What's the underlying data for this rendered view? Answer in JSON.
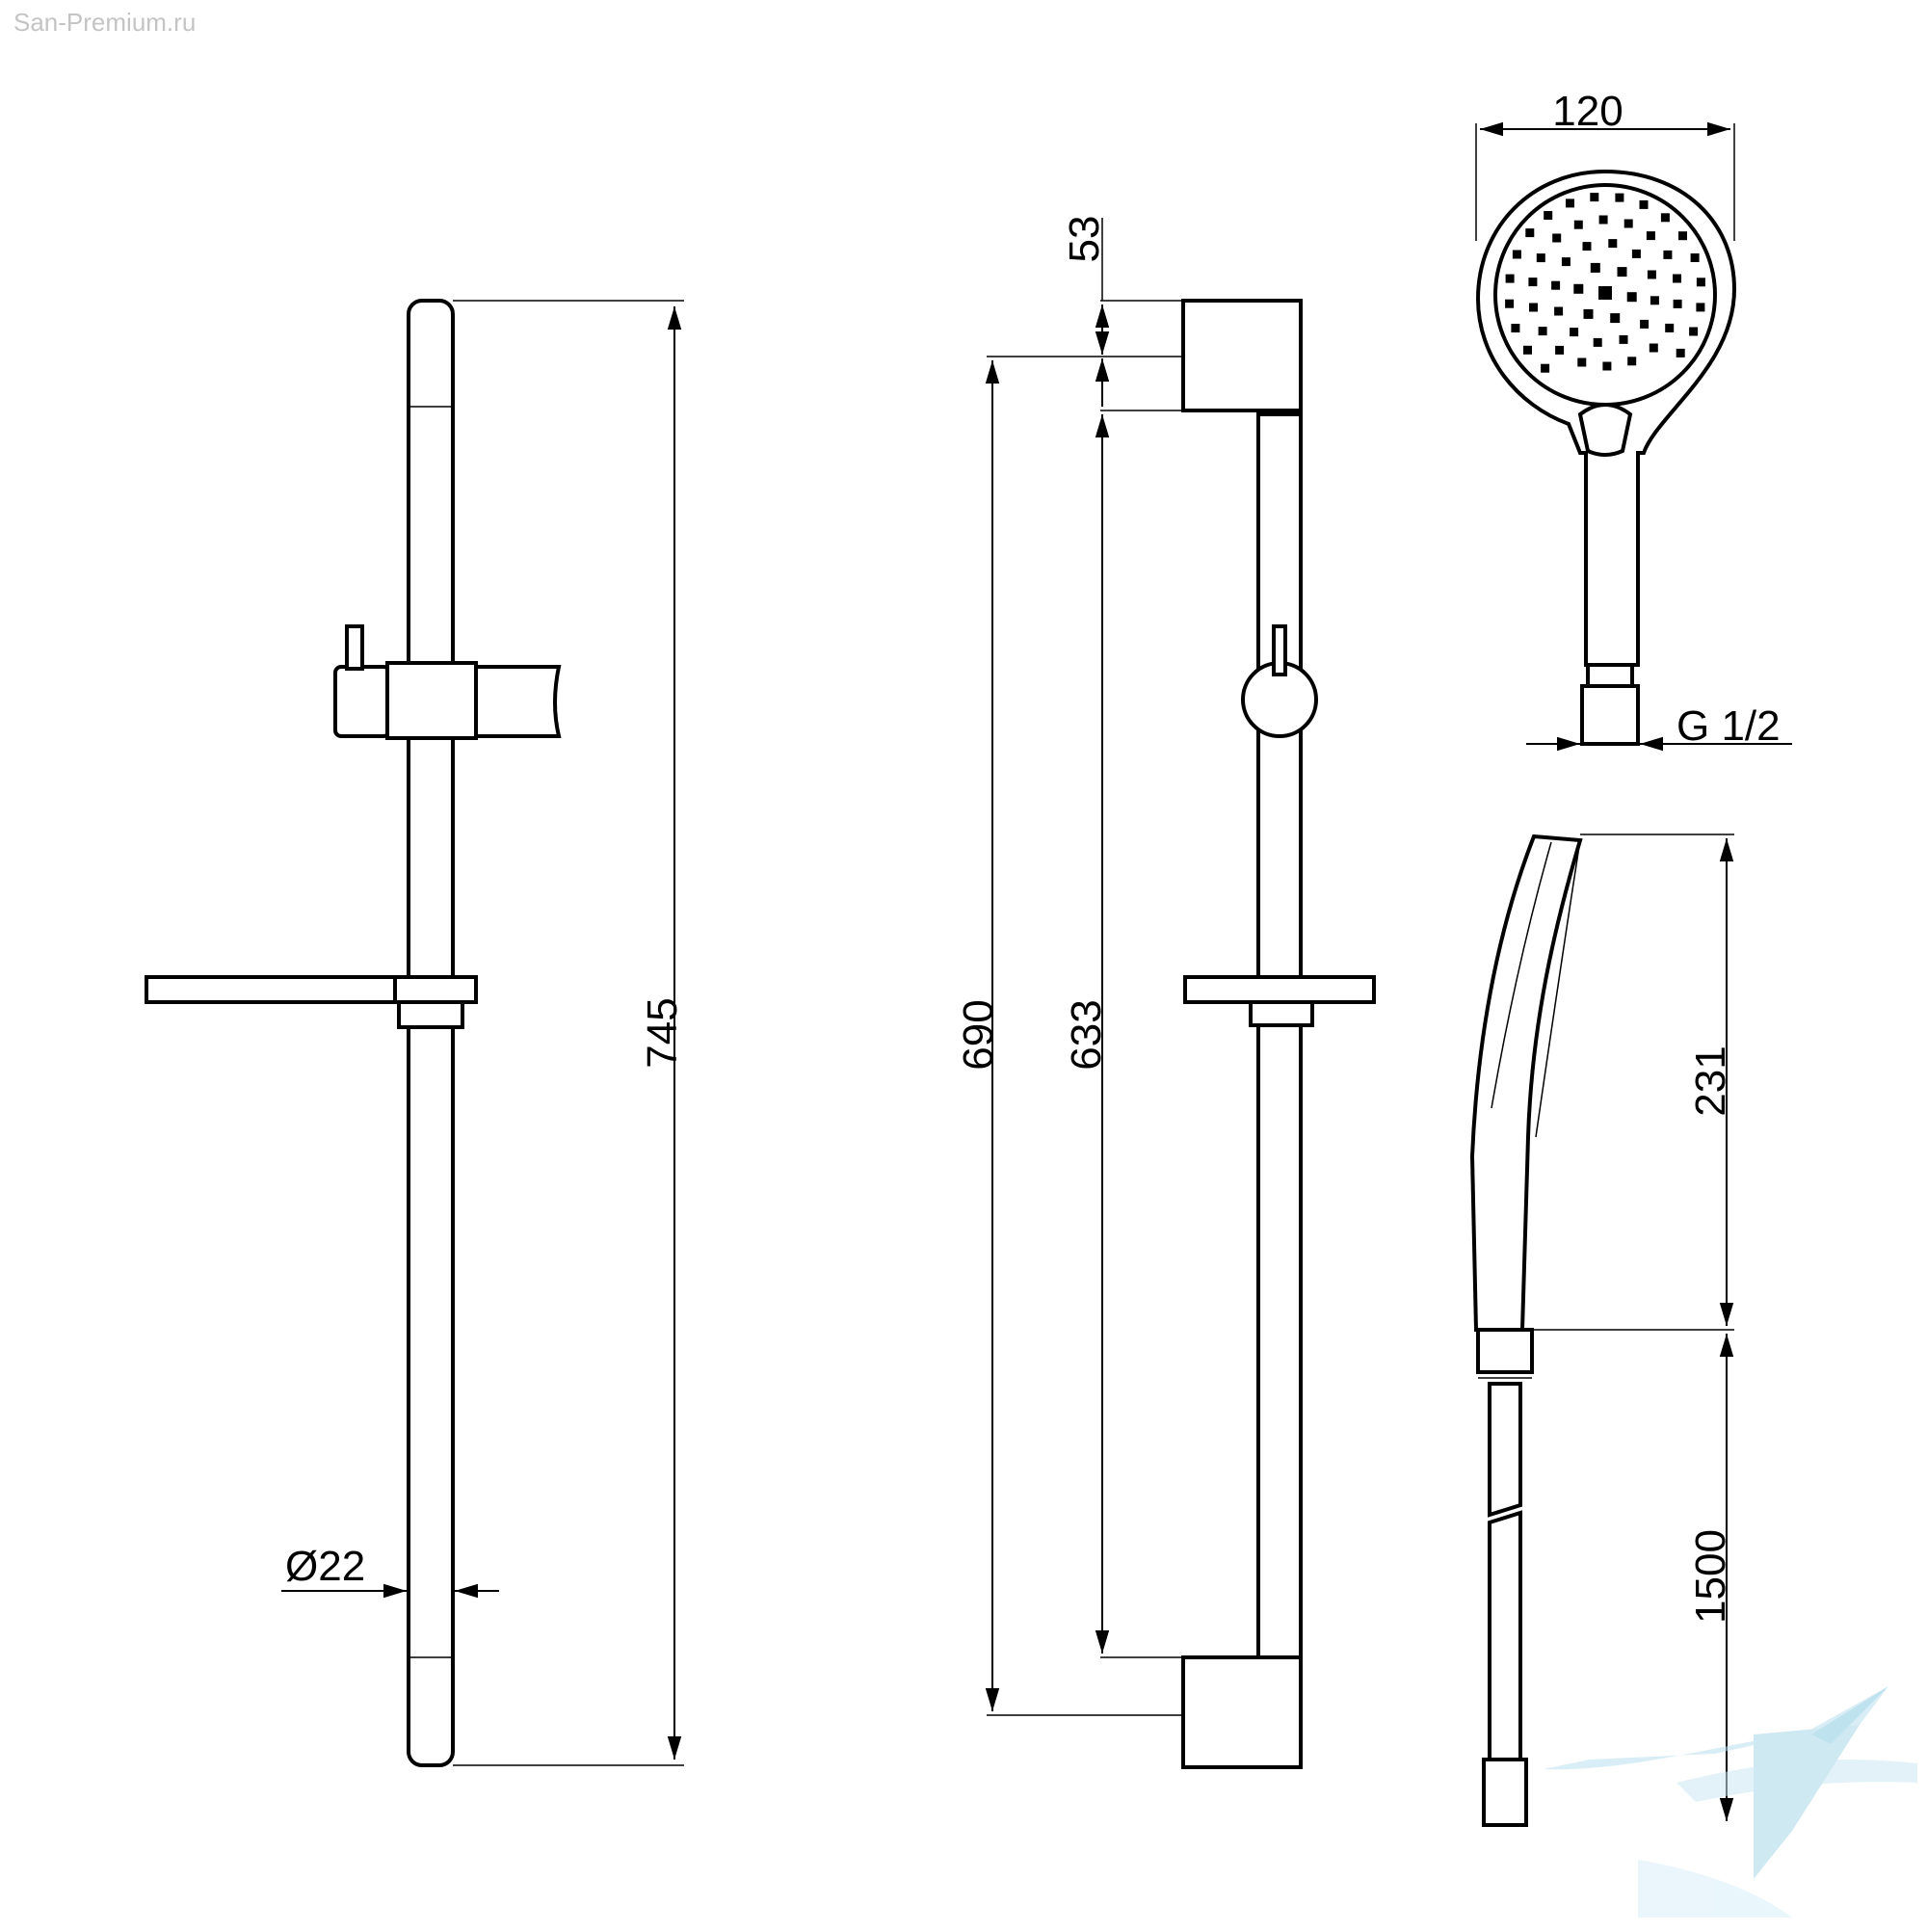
{
  "watermark": {
    "site": "San-Premium.ru"
  },
  "front_view": {
    "height_label": "745",
    "diameter_label": "Ø22"
  },
  "side_view": {
    "top_offset_label": "53",
    "overall_label": "690",
    "inner_label": "633"
  },
  "hand_shower": {
    "width_label": "120",
    "thread_label": "G 1/2",
    "length_label": "231",
    "hose_label": "1500"
  },
  "colors": {
    "line": "#000000",
    "background": "#ffffff",
    "logo": "#a8d8ea"
  },
  "icons": [
    "bathtub-logo-icon"
  ]
}
